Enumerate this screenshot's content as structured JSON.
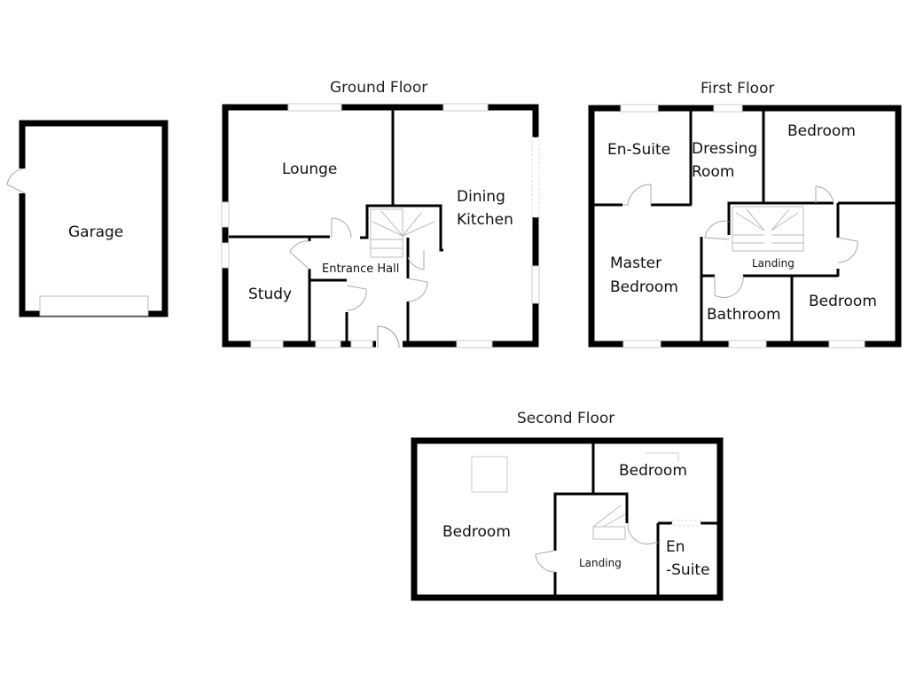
{
  "floors": {
    "ground": {
      "title": "Ground Floor",
      "rooms": {
        "lounge": "Lounge",
        "dining_kitchen_line1": "Dining",
        "dining_kitchen_line2": "Kitchen",
        "entrance_hall": "Entrance Hall",
        "study": "Study"
      }
    },
    "first": {
      "title": "First Floor",
      "rooms": {
        "en_suite": "En-Suite",
        "dressing_line1": "Dressing",
        "dressing_line2": "Room",
        "bedroom_front": "Bedroom",
        "master_line1": "Master",
        "master_line2": "Bedroom",
        "landing": "Landing",
        "bathroom": "Bathroom",
        "bedroom_rear": "Bedroom"
      }
    },
    "second": {
      "title": "Second Floor",
      "rooms": {
        "bedroom_large": "Bedroom",
        "bedroom_small": "Bedroom",
        "landing": "Landing",
        "en_suite_line1": "En",
        "en_suite_line2": "-Suite"
      }
    },
    "garage": {
      "rooms": {
        "garage": "Garage"
      }
    }
  },
  "colors": {
    "wall": "#000000",
    "window": "#cfcfcf",
    "door": "#9a9a9a",
    "background": "#ffffff"
  }
}
